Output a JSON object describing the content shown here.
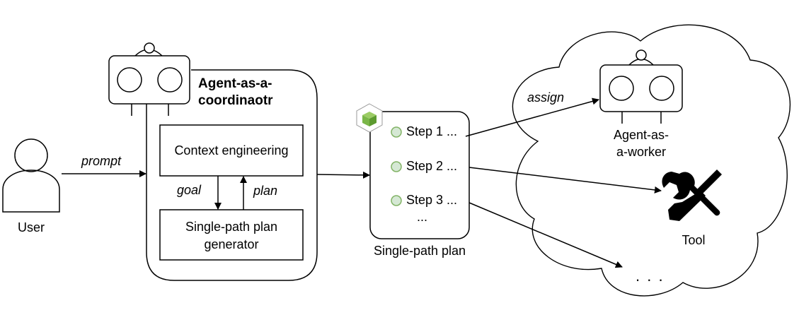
{
  "user": {
    "label": "User"
  },
  "edges": {
    "prompt": "prompt",
    "goal": "goal",
    "plan": "plan",
    "assign": "assign"
  },
  "coordinator": {
    "title_line1": "Agent-as-a-",
    "title_line2": "coordinaotr",
    "context_box": "Context engineering",
    "generator_line1": "Single-path plan",
    "generator_line2": "generator"
  },
  "plan": {
    "caption": "Single-path plan",
    "steps": [
      "Step 1 ...",
      "Step 2 ...",
      "Step 3 ..."
    ],
    "more": "...",
    "step_color": "#d5e8d4",
    "step_border": "#82b366",
    "cube_color": "#7ab648"
  },
  "cloud": {
    "worker_line1": "Agent-as-",
    "worker_line2": "a-worker",
    "tool": "Tool",
    "more": ". . ."
  }
}
